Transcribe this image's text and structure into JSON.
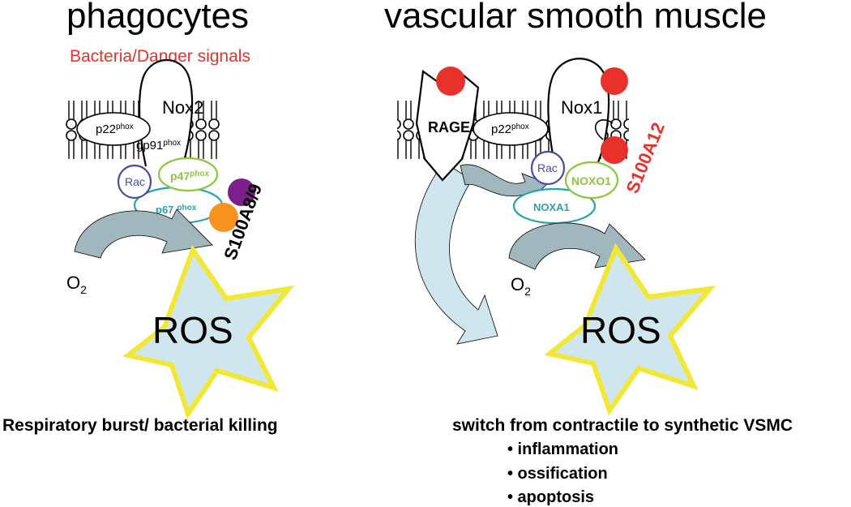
{
  "left": {
    "title": "phagocytes",
    "stimulus": "Bacteria/Danger signals",
    "nox": "Nox2",
    "p22": "p22",
    "p22_sup": "phox",
    "gp91": "gp91",
    "gp91_sup": "phox",
    "rac": "Rac",
    "p47": "p47",
    "p47_sup": "phox",
    "p67": "p67",
    "p67_sup": "phox",
    "s100": "S100A8/9",
    "o2": "O",
    "o2_sub": "2",
    "ros": "ROS",
    "outcome": "Respiratory burst/ bacterial killing"
  },
  "right": {
    "title": "vascular smooth muscle",
    "rage": "RAGE",
    "nox": "Nox1",
    "p22": "p22",
    "p22_sup": "phox",
    "rac": "Rac",
    "noxo1": "NOXO1",
    "noxa1": "NOXA1",
    "s100": "S100A12",
    "o2": "O",
    "o2_sub": "2",
    "ros": "ROS",
    "outcome": "switch from contractile to synthetic VSMC",
    "effects": [
      "• inflammation",
      "• ossification",
      "• apoptosis"
    ]
  },
  "colors": {
    "danger_red": "#e8312b",
    "rac_blue": "#4a4aa0",
    "p47_green": "#8cc63f",
    "p67_teal": "#2aa3a8",
    "s100a8_purple": "#7b1f8a",
    "s100a9_orange": "#f7931e",
    "arrow_fill": "#9fb7bd",
    "arrow_fill_light": "#cfe6ee",
    "star_fill": "#cfe6ee",
    "star_edge": "#f2e833"
  }
}
